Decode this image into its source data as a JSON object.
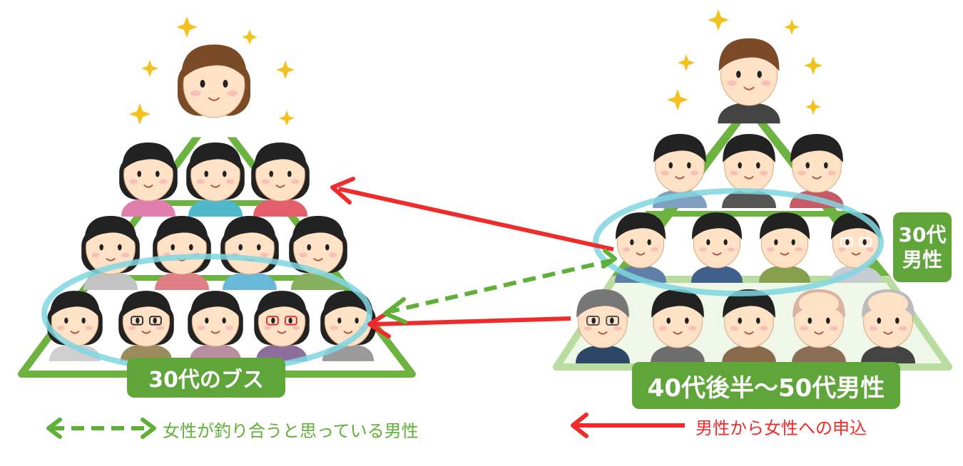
{
  "labels": {
    "left_group": "30代のブス",
    "right_group": "40代後半〜50代男性",
    "right_target_line1": "30代",
    "right_target_line2": "男性"
  },
  "legend": {
    "dashed_text": "女性が釣り合うと思っている男性",
    "solid_text": "男性から女性への申込"
  },
  "colors": {
    "pyramid_green": "#6db33f",
    "pyramid_light_green": "#b9dca0",
    "label_green": "#5fa53a",
    "arrow_red": "#f12a2a",
    "arrow_green": "#5fb037",
    "ellipse_cyan": "#7fd6e0",
    "star_yellow": "#f4c21e",
    "skin": "#ffe1c6",
    "hair_dark": "#222222",
    "hair_brown": "#7b4a26"
  },
  "icons": [
    "woman-face-icon",
    "man-face-icon",
    "star-icon",
    "arrow-icon"
  ]
}
